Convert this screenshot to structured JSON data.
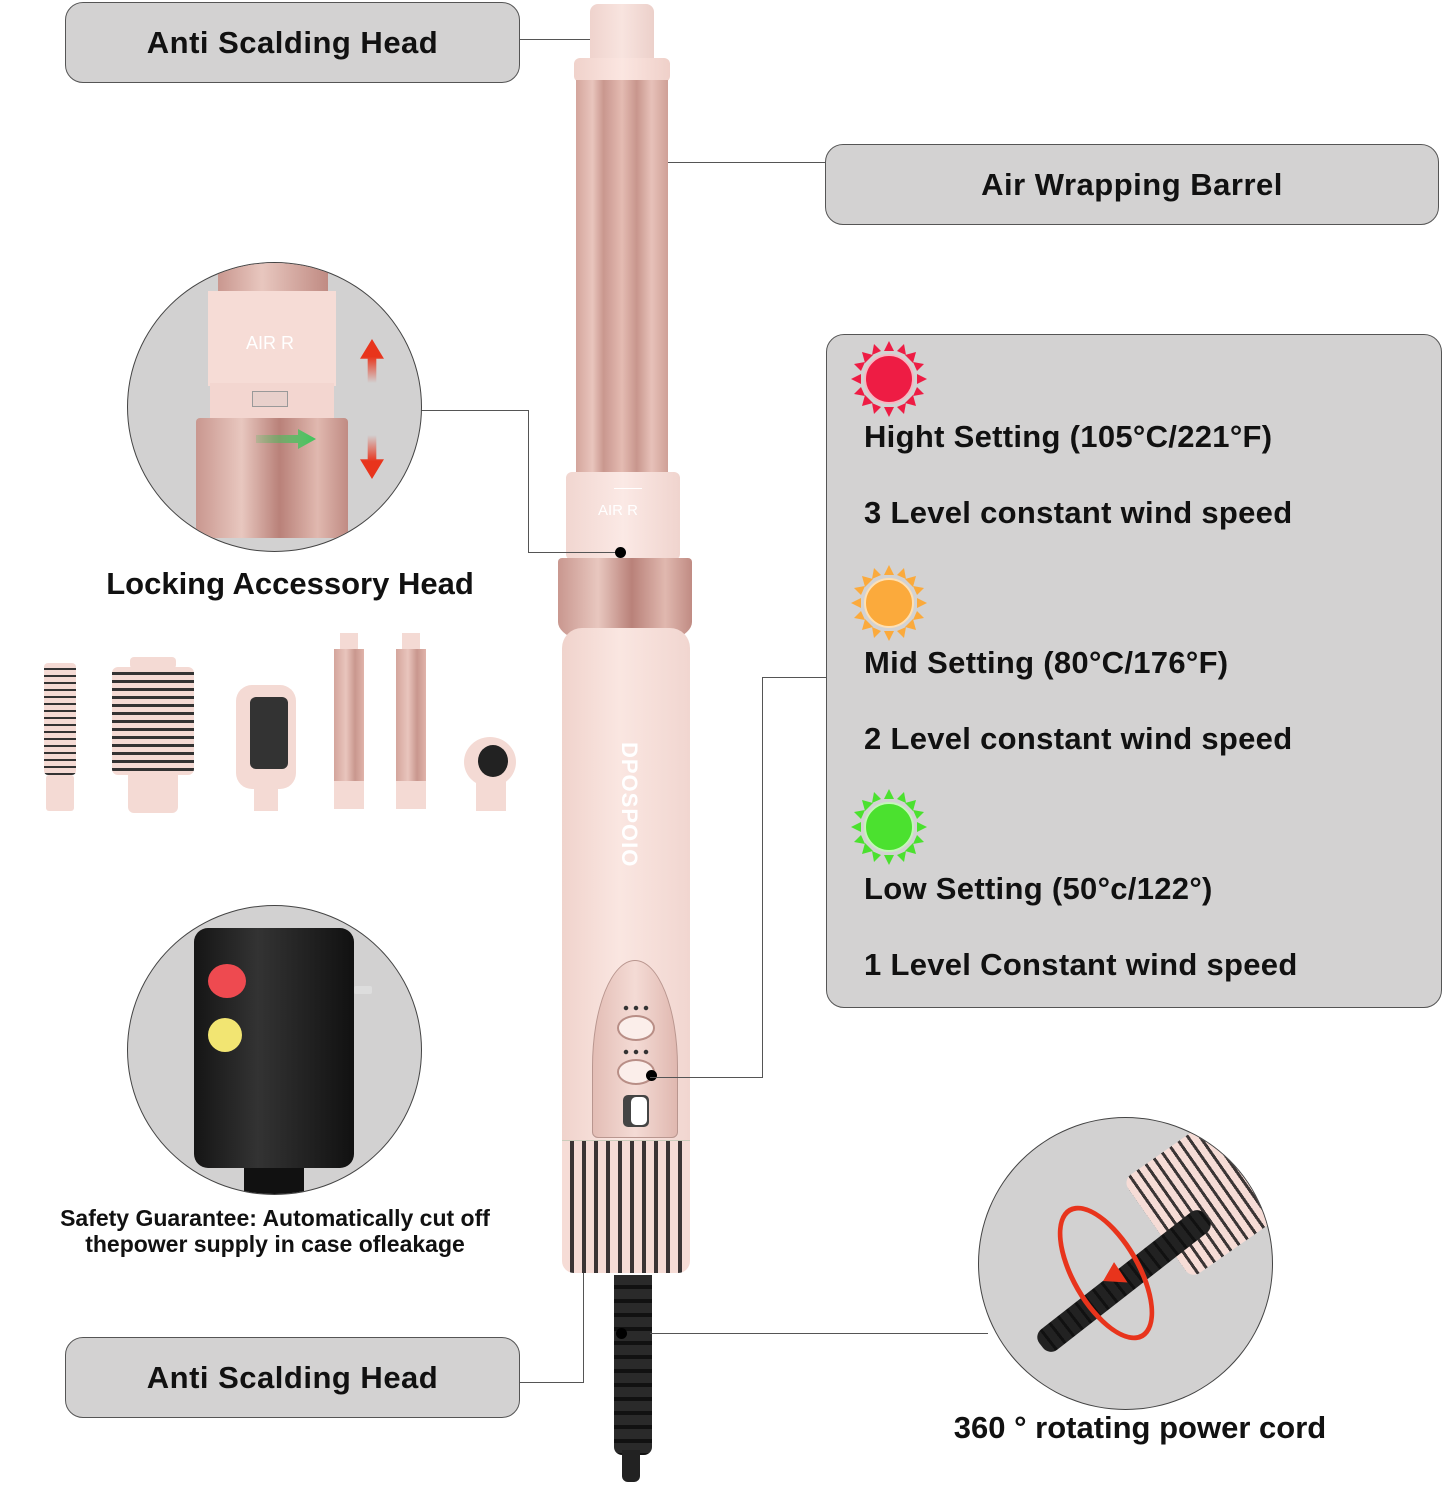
{
  "callouts": {
    "top_head": "Anti Scalding Head",
    "barrel": "Air Wrapping Barrel",
    "locking_head": "Locking Accessory Head",
    "bottom_head": "Anti Scalding Head",
    "power_cord": "360 ° rotating power cord",
    "safety_line1": "Safety Guarantee: Automatically cut off",
    "safety_line2": "thepower supply in case ofleakage"
  },
  "device": {
    "brand": "DPOSPOIO",
    "ring_text": "AIR R",
    "inset_ring_text": "AIR R"
  },
  "settings": [
    {
      "icon": "sun-icon-red",
      "color": "#ee1c44",
      "setting": "Hight Setting (105°C/221°F)",
      "wind": "3 Level constant wind speed"
    },
    {
      "icon": "sun-icon-orange",
      "color": "#fbaa3c",
      "setting": "Mid Setting (80°C/176°F)",
      "wind": "2 Level constant wind speed"
    },
    {
      "icon": "sun-icon-green",
      "color": "#4be12f",
      "setting": "Low Setting (50°c/122°)",
      "wind": "1 Level Constant wind speed"
    }
  ],
  "accessories": [
    {
      "name": "small-round-brush"
    },
    {
      "name": "large-round-brush"
    },
    {
      "name": "paddle-brush"
    },
    {
      "name": "curling-barrel-1"
    },
    {
      "name": "curling-barrel-2"
    },
    {
      "name": "concentrator-nozzle"
    }
  ],
  "colors": {
    "label_bg": "#d3d2d2",
    "device_pink": "#f6dcd6",
    "rose_gold": "#c99a92",
    "arrow_red": "#e8341c",
    "arrow_green": "#3ec45a"
  }
}
